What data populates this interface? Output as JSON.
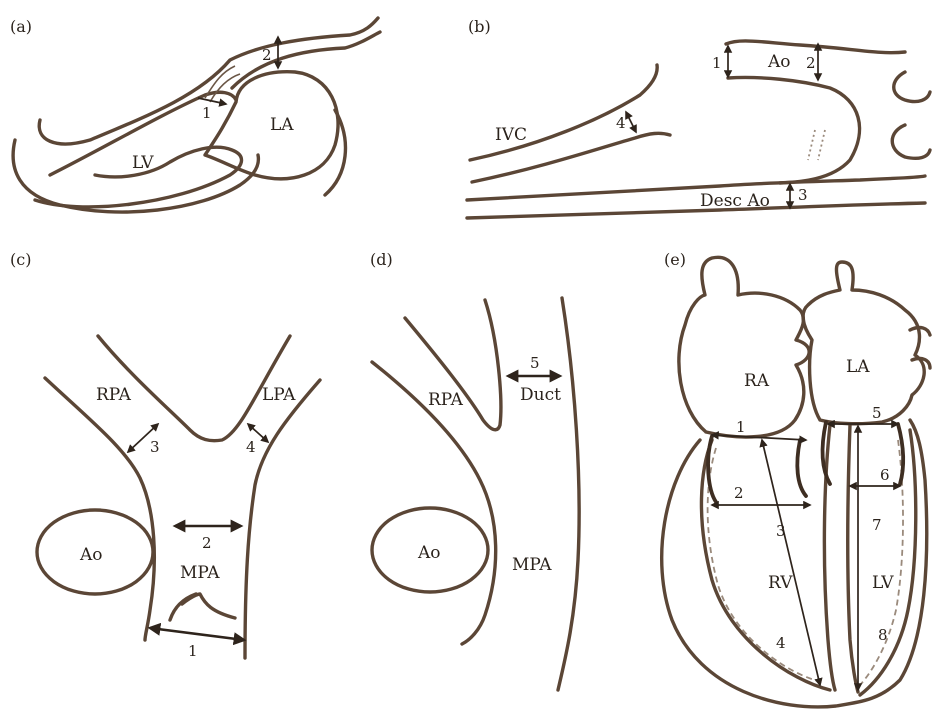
{
  "panels": {
    "a": {
      "letter": "(a)",
      "labels": {
        "lv": "LV",
        "la": "LA"
      },
      "measures": [
        "1",
        "2"
      ]
    },
    "b": {
      "letter": "(b)",
      "labels": {
        "ao": "Ao",
        "ivc": "IVC",
        "desc_ao": "Desc Ao"
      },
      "measures": [
        "1",
        "2",
        "3",
        "4"
      ]
    },
    "c": {
      "letter": "(c)",
      "labels": {
        "rpa": "RPA",
        "lpa": "LPA",
        "ao": "Ao",
        "mpa": "MPA"
      },
      "measures": [
        "1",
        "2",
        "3",
        "4"
      ]
    },
    "d": {
      "letter": "(d)",
      "labels": {
        "rpa": "RPA",
        "duct": "Duct",
        "ao": "Ao",
        "mpa": "MPA"
      },
      "measures": [
        "5"
      ]
    },
    "e": {
      "letter": "(e)",
      "labels": {
        "ra": "RA",
        "la": "LA",
        "rv": "RV",
        "lv": "LV"
      },
      "measures": [
        "1",
        "2",
        "3",
        "4",
        "5",
        "6",
        "7",
        "8"
      ]
    }
  }
}
